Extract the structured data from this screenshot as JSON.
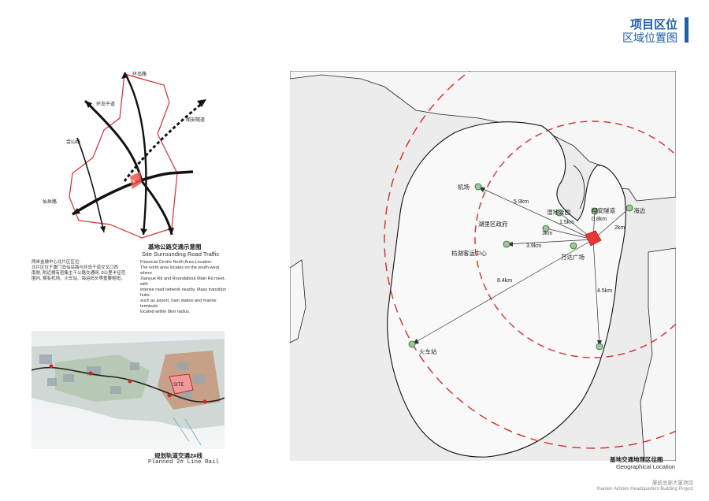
{
  "header": {
    "title_cn": "项目区位",
    "title_en_cn": "区域位置图",
    "accent": "#1f5fa8"
  },
  "road_map": {
    "roads": [
      "环岛路",
      "环岛干道",
      "翔安隧道",
      "金山路",
      "仙岳路"
    ],
    "site": "SITE",
    "caption_cn": "基地公路交通示意图",
    "caption_en": "Site Surrounding Road Traffic"
  },
  "description": {
    "cn": "两岸金融中心北片区区位:\n北片区位于厦门岛仙岳路与环岛干道交叉口西\n南侧, 附近拥有密集主干公路交通网, 8公里半径范\n围内, 拥有机场、火车站、海运码头等重要枢纽。",
    "en": "Financial Centre North Area Location:\n    The north area locates on the south-west where\nXianyue Rd and Roundabout Main Rd meet, with\nintense road network nearby. Mass transition hubs\nsuch as airport, train station and marine terminals\nlocated within 8km radius."
  },
  "rail_map": {
    "site": "SITE",
    "caption_cn": "规划轨道交通2#线",
    "caption_en": "Planned 2# Line Rail"
  },
  "location_map": {
    "places": {
      "airport": "机场",
      "wetland": "湿地公园",
      "xiangan": "翔安隧道",
      "haibian": "海边",
      "huli": "湖里区政府",
      "wanda": "万达广场",
      "transport": "枋湖客运中心",
      "train": "火车站"
    },
    "distances": {
      "airport": "5.9km",
      "wetland": "1.5km",
      "xiangan": "0.8km",
      "haibian": "2km",
      "huli": "3km",
      "transport": "3.9km",
      "train": "8.4km",
      "south": "4.5km"
    },
    "caption_cn": "基地交通地理区位图",
    "caption_en": "Geographical Location",
    "ring_color": "#d32f2f",
    "site_color": "#e53935"
  },
  "footer": {
    "cn": "厦航总部大厦项目",
    "en": "Xiamen Airlines Headquarters Building Project"
  }
}
